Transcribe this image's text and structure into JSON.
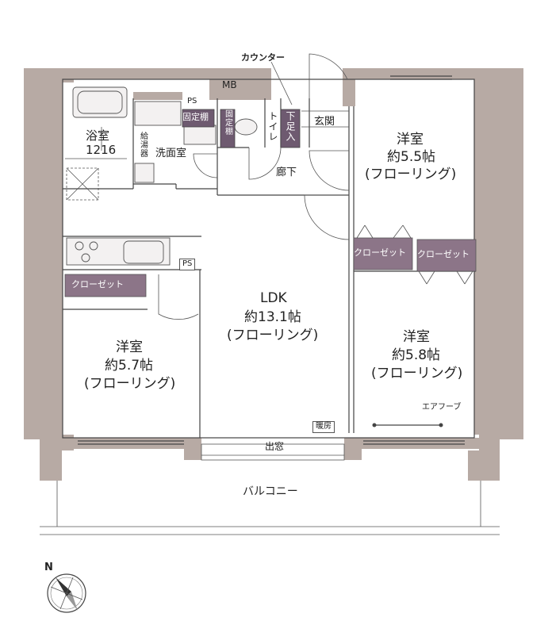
{
  "rooms": {
    "western_room_1": {
      "name": "洋室",
      "size": "約5.5帖",
      "floor": "(フローリング)"
    },
    "western_room_2": {
      "name": "洋室",
      "size": "約5.7帖",
      "floor": "(フローリング)"
    },
    "western_room_3": {
      "name": "洋室",
      "size": "約5.8帖",
      "floor": "(フローリング)"
    },
    "ldk": {
      "name": "LDK",
      "size": "約13.1帖",
      "floor": "(フローリング)"
    },
    "bath": {
      "name": "浴室",
      "size": "1216"
    },
    "washroom": "洗面室",
    "toilet": "トイレ",
    "entrance": "玄関",
    "hallway": "廊下",
    "balcony": "バルコニー"
  },
  "labels": {
    "mb": "MB",
    "ps_top": "PS",
    "ps_kitchen": "PS",
    "counter": "カウンター",
    "fixed_shelf": "固定棚",
    "fixed_shelf_2": "固定棚",
    "shoe_box": "下足入",
    "water_heater": "給湯器",
    "closet_1": "クローゼット",
    "closet_2": "クローゼット",
    "closet_3": "クローゼット",
    "air_hood": "エアフーブ",
    "heater": "暖房",
    "bay_window": "出窓",
    "compass": "N"
  }
}
